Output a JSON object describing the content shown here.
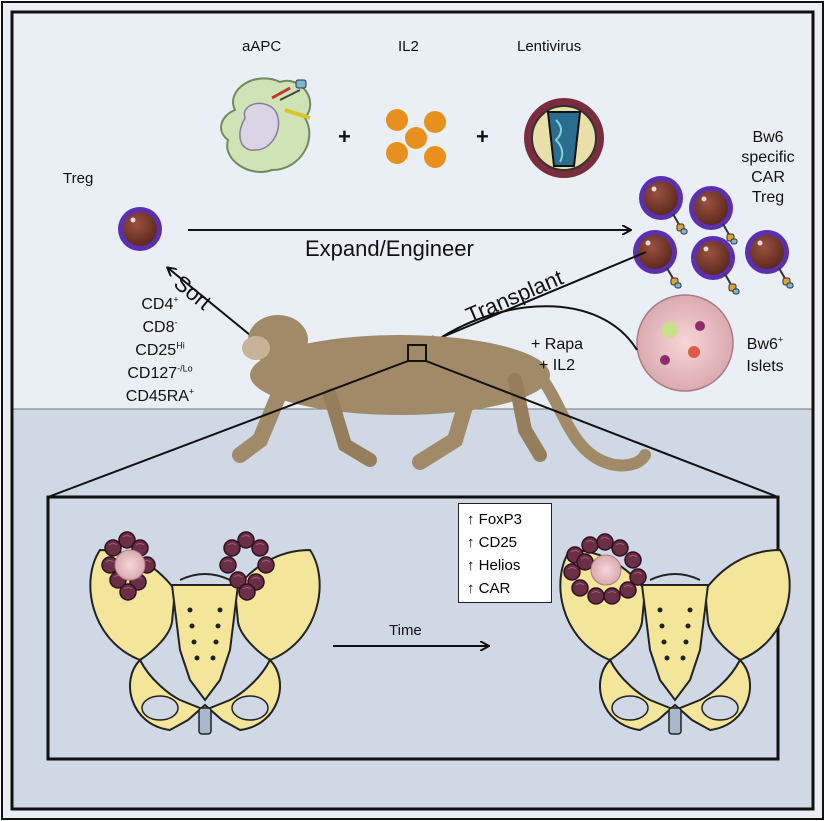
{
  "inputs": {
    "aapc": "aAPC",
    "il2": "IL2",
    "lentivirus": "Lentivirus",
    "plus": "+"
  },
  "treg_label": "Treg",
  "expand_label": "Expand/Engineer",
  "sort_label": "Sort",
  "transplant_label": "Transplant",
  "sort_markers": [
    {
      "base": "CD4",
      "sup": "+"
    },
    {
      "base": "CD8",
      "sup": "-"
    },
    {
      "base": "CD25",
      "sup": "Hi"
    },
    {
      "base": "CD127",
      "sup": "-/Lo"
    },
    {
      "base": "CD45RA",
      "sup": "+"
    }
  ],
  "car_treg_label": [
    "Bw6",
    "specific",
    "CAR",
    "Treg"
  ],
  "treatment": [
    "+ Rapa",
    "+ IL2"
  ],
  "islets": {
    "line1_base": "Bw6",
    "line1_sup": "+",
    "line2": "Islets"
  },
  "inset": {
    "time_label": "Time",
    "marker_changes": [
      "↑ FoxP3",
      "↑ CD25",
      "↑ Helios",
      "↑ CAR"
    ]
  },
  "colors": {
    "top_bg": "#eaeff5",
    "bottom_bg": "#cfd8e4",
    "cell_brown": "#7a3a2a",
    "cell_rim": "#5a2fb0",
    "il2_orange": "#e8901e",
    "apc_green": "#cfe3b7",
    "bone": "#f3e59a",
    "monkey": "#a08a68"
  }
}
